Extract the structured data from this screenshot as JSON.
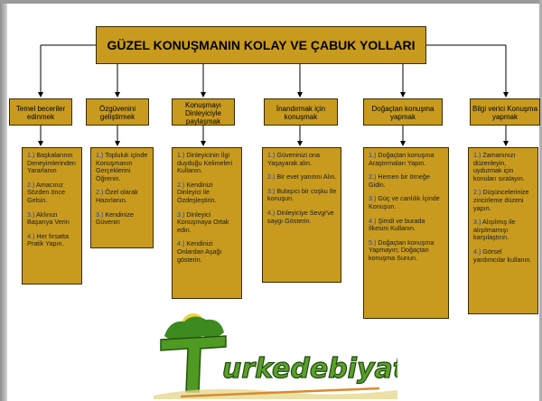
{
  "title": "GÜZEL KONUŞMANIN KOLAY VE ÇABUK YOLLARI",
  "columns": [
    {
      "heading": "Temel beceriler edinmek",
      "items": [
        {
          "num": "1.)",
          "text": "Başkalarının Deneyimlerinden Yararlanın"
        },
        {
          "num": "2.)",
          "text": "Amacınız Sözden önce Gelsin."
        },
        {
          "num": "3.)",
          "text": "Aklınızı Başarıya Verin"
        },
        {
          "num": "4.)",
          "text": "Her fırsatta Pratik Yapın."
        }
      ]
    },
    {
      "heading": "Özgüvenini geliştirmek",
      "items": [
        {
          "num": "1.)",
          "text": "Topluluk içinde Konuşmanın Gerçeklerini Öğrenin."
        },
        {
          "num": "2.)",
          "text": "Özel olarak Hazırlanın."
        },
        {
          "num": "3.)",
          "text": "Kendinize Güvenin"
        }
      ]
    },
    {
      "heading": "Konuşmayı Dinleyiciyle paylaşmak",
      "items": [
        {
          "num": "1.)",
          "text": "Dinleyicinin İlgi duyduğu Kelimeleri Kullanın."
        },
        {
          "num": "2.)",
          "text": "Kendinizi Dinleyici ile Özdeşleştirin."
        },
        {
          "num": "3.)",
          "text": "Dinleyici Konuşmaya Ortak edin."
        },
        {
          "num": "4.)",
          "text": "Kendinizi Onlardan Aşağı gösterin."
        }
      ]
    },
    {
      "heading": "İnandırmak için konuşmak",
      "items": [
        {
          "num": "1.)",
          "text": "Güveninizi ona Yaşayarak alın."
        },
        {
          "num": "2.)",
          "text": "Bir evet yanıtını Alın."
        },
        {
          "num": "3.)",
          "text": "Bulaşıcı bir coşku İle konuşun."
        },
        {
          "num": "4.)",
          "text": "Dinleyiciye Sevgi've saygı Gösterin."
        }
      ]
    },
    {
      "heading": "Doğaçtan konuşma yapmak",
      "items": [
        {
          "num": "1.)",
          "text": "Doğaçtan konuşma Araştırmaları Yapın."
        },
        {
          "num": "2.)",
          "text": "Hemen bir örneğe Gidin."
        },
        {
          "num": "3.)",
          "text": "Güç ve canlılık İçinde Konuşun."
        },
        {
          "num": "4.)",
          "text": "Şimdi ve burada İlkesini Kullanın."
        },
        {
          "num": "5.)",
          "text": "Doğaçtan konuşma Yapmayın; Doğaçtan konuşma Sunun."
        }
      ]
    },
    {
      "heading": "Bilgi verici Konuşma yapmak",
      "items": [
        {
          "num": "1.)",
          "text": "Zamanınızı düzenleyin, uydurmak için konuları sıralayın."
        },
        {
          "num": "2.)",
          "text": "Düşüncelerinize zincirleme düzeni yapın."
        },
        {
          "num": "3.)",
          "text": "Alışılmış ile alışılmamışı karşılaştırın."
        },
        {
          "num": "4.)",
          "text": "Görsel yardımcılar kullanın."
        }
      ]
    }
  ],
  "logo": {
    "wordmark": "urkedebiyati.org",
    "colors": {
      "green": "#3a7d1c",
      "gold": "#e0c23a",
      "dark": "#2d5a12"
    }
  }
}
